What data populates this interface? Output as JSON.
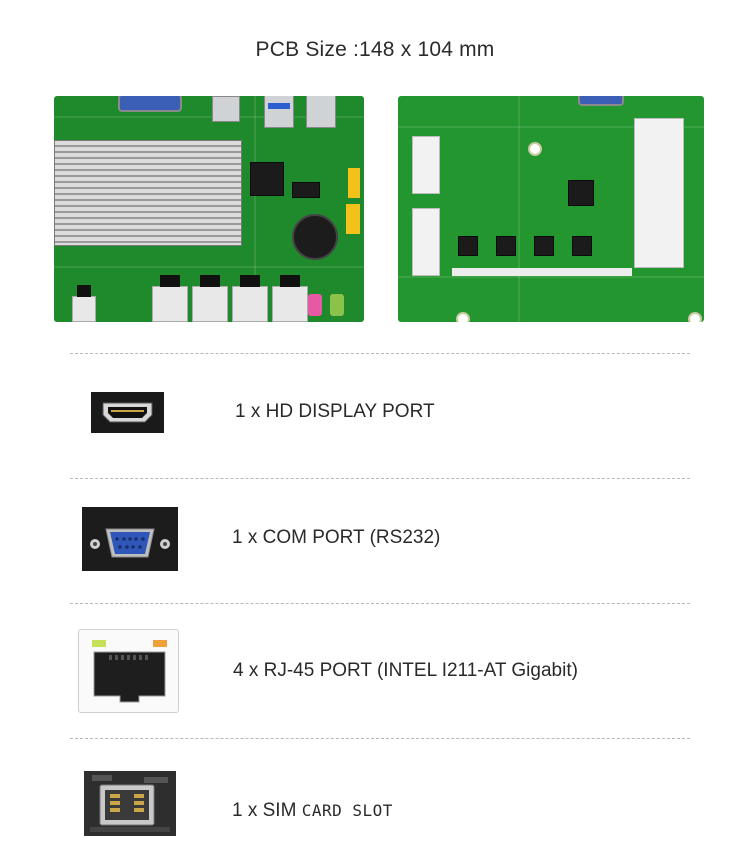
{
  "header": {
    "title": "PCB Size :148 x 104 mm"
  },
  "features": [
    {
      "icon": "hdmi-port-icon",
      "text": "1 x HD DISPLAY PORT"
    },
    {
      "icon": "com-port-icon",
      "text": "1 x COM PORT (RS232)"
    },
    {
      "icon": "rj45-port-icon",
      "text": "4 x RJ-45 PORT (INTEL I211-AT Gigabit)"
    },
    {
      "icon": "sim-slot-icon",
      "text_main": "1 x SIM",
      "text_small": "CARD SLOT"
    }
  ],
  "colors": {
    "pcb_green": "#1f8a2c",
    "port_blue": "#3a5fb5",
    "led_green": "#c6e05a",
    "led_orange": "#f0a23a"
  }
}
